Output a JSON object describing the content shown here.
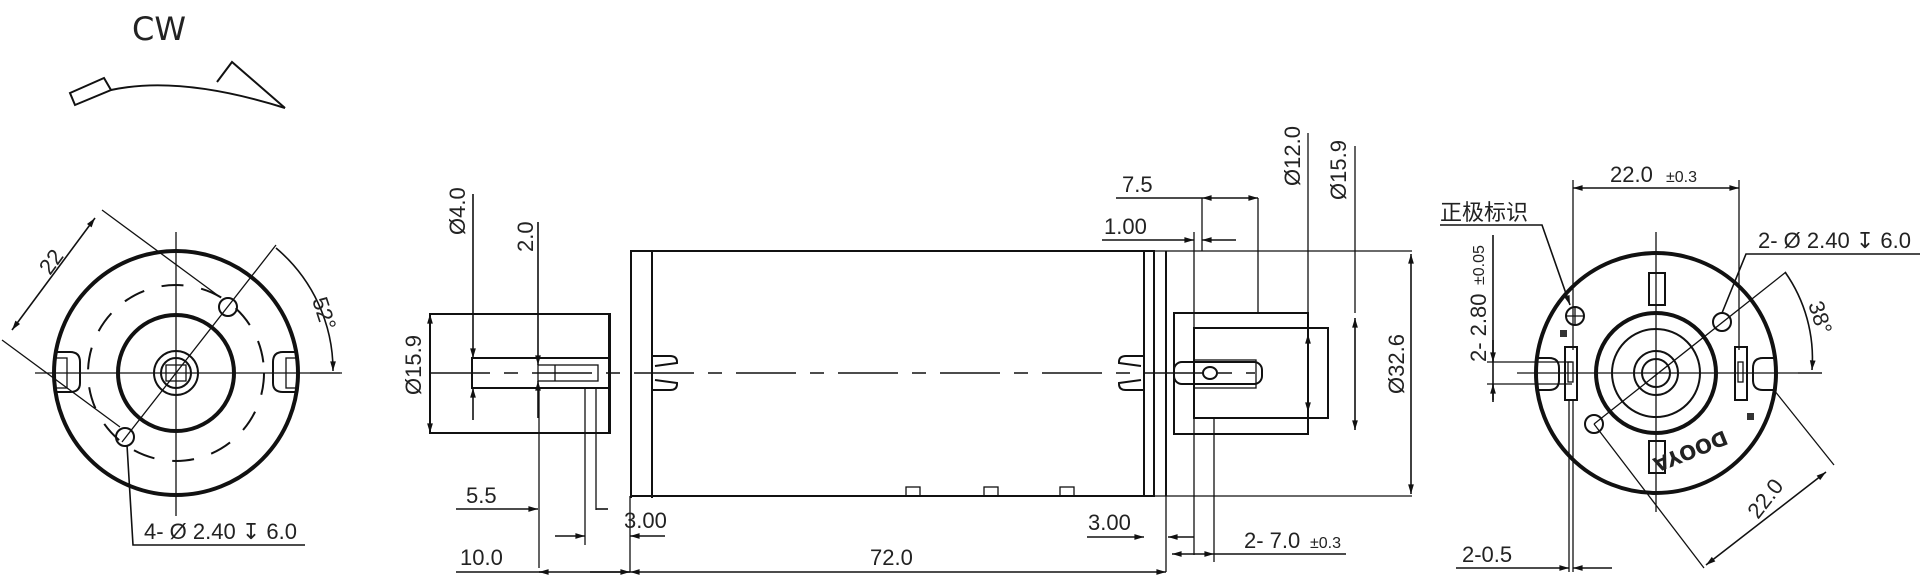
{
  "drawing": {
    "rotation_symbol": {
      "label": "CW"
    },
    "front_view": {
      "dim_hole_spacing": "22",
      "dim_angle": "52°",
      "hole_callout": "4- Ø 2.40 ↧ 6.0"
    },
    "side_view": {
      "dim_shaft_dia": "Ø4.0",
      "dim_flat": "2.0",
      "dim_boss_dia_front": "Ø15.9",
      "dim_shaft_len": "5.5",
      "dim_front_total": "10.0",
      "dim_front_flange": "3.00",
      "dim_body_len": "72.0",
      "dim_rear_flange": "3.00",
      "dim_terminal_len": "2- 7.0",
      "dim_terminal_tol": "±0.3",
      "dim_rear_offset": "7.5",
      "dim_rear_gap": "1.00",
      "dim_rear_inner_dia": "Ø12.0",
      "dim_rear_boss_dia": "Ø15.9",
      "dim_body_dia": "Ø32.6"
    },
    "rear_view": {
      "dim_terminal_spacing": "22.0",
      "dim_terminal_spacing_tol": "±0.3",
      "polarity_label": "正极标识",
      "dim_terminal_width": "2- 2.80",
      "dim_terminal_width_tol": "±0.05",
      "hole_callout": "2- Ø 2.40 ↧ 6.0",
      "dim_angle": "38°",
      "dim_hole_spacing": "22.0",
      "dim_terminal_thickness": "2-0.5",
      "brand_mark": "DOOYA"
    }
  }
}
